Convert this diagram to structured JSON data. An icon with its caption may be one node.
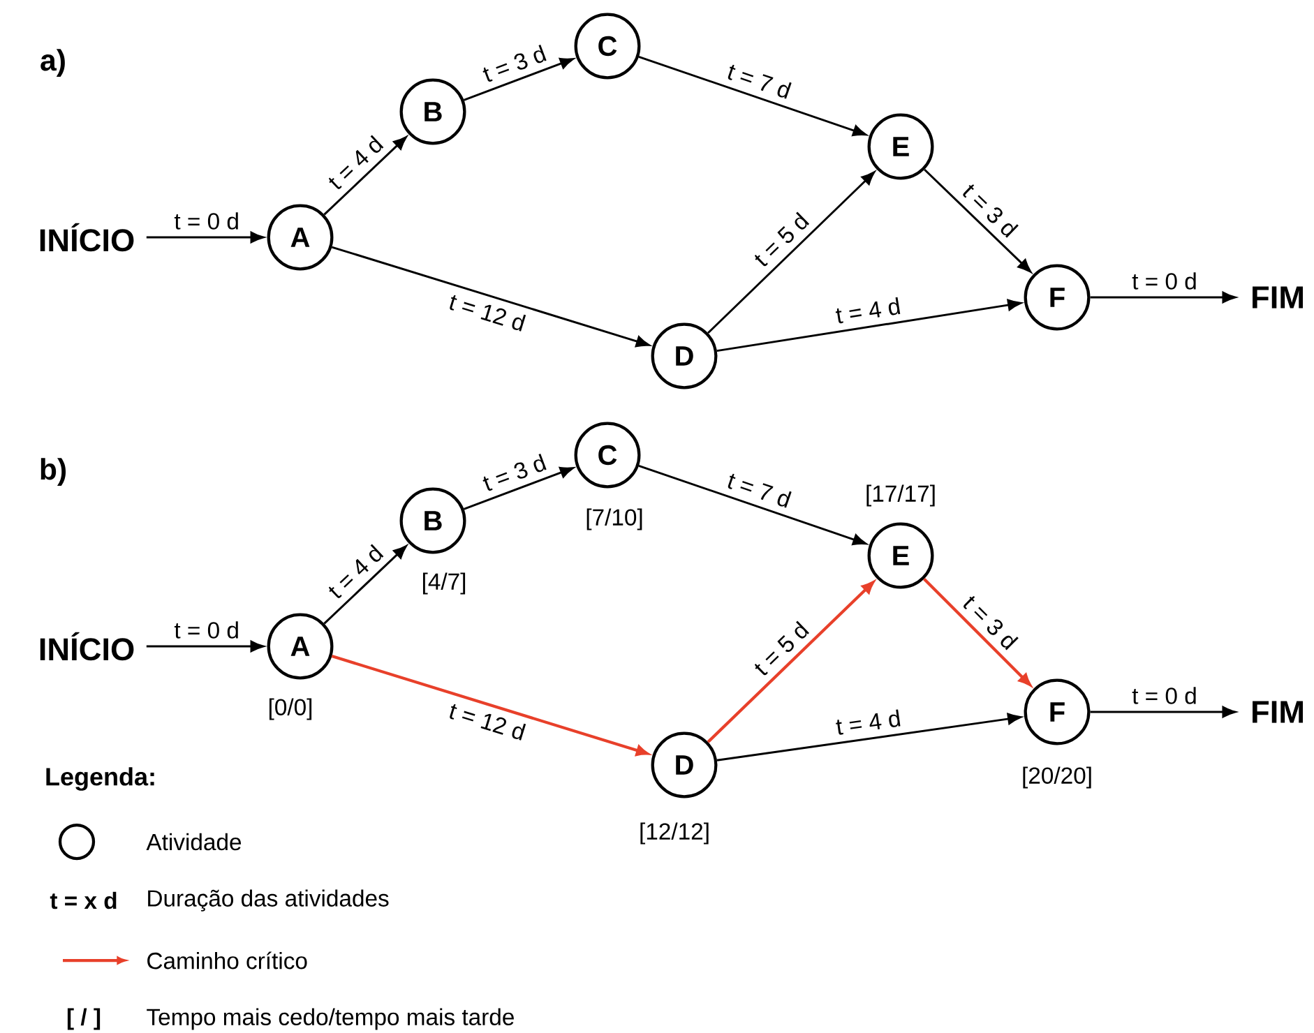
{
  "diagram": {
    "nodes": [
      {
        "text": [
          "INÍCIO"
        ]
      },
      {
        "text": [
          "A"
        ]
      },
      {
        "text": [
          "B"
        ]
      },
      {
        "text": [
          "C"
        ]
      },
      {
        "text": [
          "D"
        ]
      },
      {
        "text": [
          "E"
        ]
      },
      {
        "text": [
          "F"
        ]
      },
      {
        "text": [
          "FIM"
        ]
      },
      {
        "text": [
          "INÍCIO"
        ]
      },
      {
        "text": [
          "A"
        ],
        "beside": [
          "[0/0]"
        ]
      },
      {
        "text": [
          "B"
        ],
        "beside": [
          "[4/7]"
        ]
      },
      {
        "text": [
          "C"
        ],
        "beside": [
          "[7/10]"
        ]
      },
      {
        "text": [
          "D"
        ],
        "beside": [
          "[12/12]"
        ]
      },
      {
        "text": [
          "E"
        ],
        "beside": [
          "[17/17]"
        ]
      },
      {
        "text": [
          "F"
        ],
        "beside": [
          "[20/20]"
        ]
      },
      {
        "text": [
          "FIM"
        ]
      }
    ],
    "edges": [
      {
        "from": 0,
        "to": 1,
        "arrow": "to",
        "label": "t = 0 d"
      },
      {
        "from": 1,
        "to": 2,
        "arrow": "to",
        "label": "t = 4 d"
      },
      {
        "from": 2,
        "to": 3,
        "arrow": "to",
        "label": "t = 3 d"
      },
      {
        "from": 3,
        "to": 5,
        "arrow": "to",
        "label": "t = 7 d"
      },
      {
        "from": 1,
        "to": 4,
        "arrow": "to",
        "label": "t = 12 d"
      },
      {
        "from": 4,
        "to": 5,
        "arrow": "to",
        "label": "t = 5 d"
      },
      {
        "from": 5,
        "to": 6,
        "arrow": "to",
        "label": "t = 3 d"
      },
      {
        "from": 4,
        "to": 6,
        "arrow": "to",
        "label": "t = 4 d"
      },
      {
        "from": 6,
        "to": 7,
        "arrow": "to",
        "label": "t = 0 d"
      },
      {
        "from": 8,
        "to": 9,
        "arrow": "to",
        "label": "t = 0 d"
      },
      {
        "from": 9,
        "to": 10,
        "arrow": "to",
        "label": "t = 4 d"
      },
      {
        "from": 10,
        "to": 11,
        "arrow": "to",
        "label": "t = 3 d"
      },
      {
        "from": 11,
        "to": 13,
        "arrow": "to",
        "label": "t = 7 d"
      },
      {
        "from": 9,
        "to": 12,
        "arrow": "to",
        "label": "t = 12 d",
        "color": "#e8402a"
      },
      {
        "from": 12,
        "to": 13,
        "arrow": "to",
        "label": "t = 5 d",
        "color": "#e8402a"
      },
      {
        "from": 13,
        "to": 14,
        "arrow": "to",
        "label": "t = 3 d",
        "color": "#e8402a"
      },
      {
        "from": 12,
        "to": 14,
        "arrow": "to",
        "label": "t = 4 d"
      },
      {
        "from": 14,
        "to": 15,
        "arrow": "to",
        "label": "t = 0 d"
      }
    ],
    "labels": [
      "a)",
      "b)",
      "Legenda:",
      "t = x d",
      "[  /  ]"
    ],
    "legend": [
      {
        "text": "Atividade"
      },
      {
        "text": "Duração das atividades"
      },
      {
        "text": "Caminho crítico"
      },
      {
        "text": "Tempo mais cedo/tempo mais tarde"
      }
    ]
  }
}
